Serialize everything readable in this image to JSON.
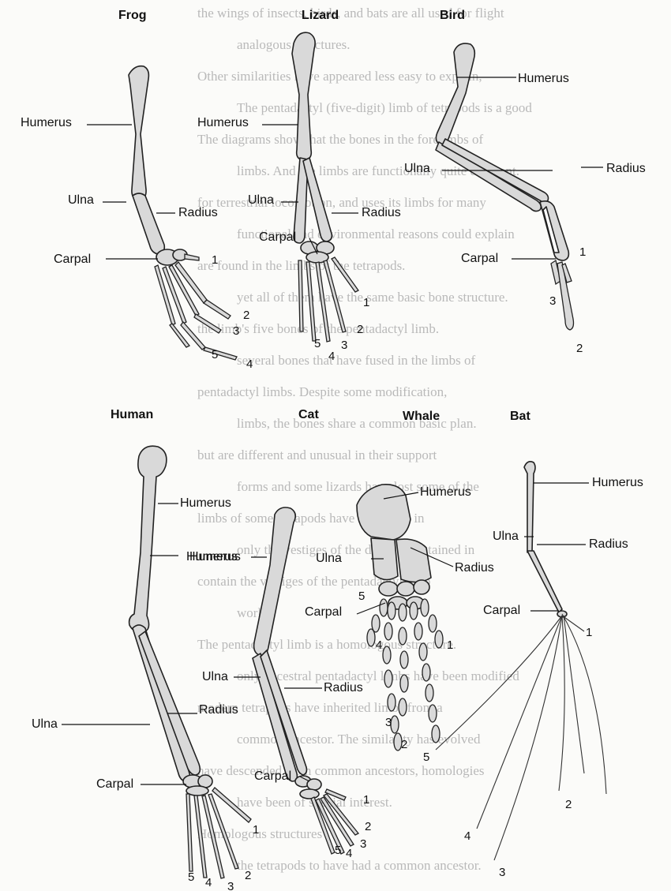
{
  "panels": {
    "frog": {
      "title": "Frog",
      "humerus": "Humerus",
      "ulna": "Ulna",
      "radius": "Radius",
      "carpal": "Carpal",
      "d1": "1",
      "d2": "2",
      "d3": "3",
      "d4": "4",
      "d5": "5"
    },
    "lizard": {
      "title": "Lizard",
      "humerus": "Humerus",
      "ulna": "Ulna",
      "radius": "Radius",
      "carpal": "Carpal",
      "d1": "1",
      "d2": "2",
      "d3": "3",
      "d4": "4",
      "d5": "5"
    },
    "bird": {
      "title": "Bird",
      "humerus": "Humerus",
      "ulna": "Ulna",
      "radius": "Radius",
      "carpal": "Carpal",
      "d1": "1",
      "d2": "2",
      "d3": "3"
    },
    "human": {
      "title": "Human",
      "humerus": "Humerus",
      "ulna": "Ulna",
      "radius": "Radius",
      "carpal": "Carpal",
      "d1": "1",
      "d2": "2",
      "d3": "3",
      "d4": "4",
      "d5": "5"
    },
    "cat": {
      "title": "Cat",
      "humerus": "Humerus",
      "ulna": "Ulna",
      "radius": "Radius",
      "carpal": "Carpal",
      "d1": "1",
      "d2": "2",
      "d3": "3",
      "d4": "4",
      "d5": "5"
    },
    "whale": {
      "title": "Whale",
      "humerus": "Humerus",
      "ulna": "Ulna",
      "radius": "Radius",
      "carpal": "Carpal",
      "d1": "1",
      "d2": "2",
      "d3": "3",
      "d4": "4",
      "d5": "5"
    },
    "bat": {
      "title": "Bat",
      "humerus": "Humerus",
      "ulna": "Ulna",
      "radius": "Radius",
      "carpal": "Carpal",
      "d1": "1",
      "d2": "2",
      "d3": "3",
      "d4": "4",
      "d5": "5"
    }
  },
  "background_text": [
    "the wings of insects, birds, and bats are all used for flight",
    "analogous structures.",
    "Other similarities have appeared less easy to explain,",
    "The pentadactyl (five-digit) limb of tetrapods is a good",
    "The diagrams show that the bones in the forelimbs of",
    "limbs. And the limbs are functionally quite different.",
    "for terrestrial locomotion, and uses its limbs for many",
    "functional and environmental reasons could explain",
    "are found in the limbs of the tetrapods.",
    "yet all of them have the same basic bone structure.",
    "the limb's five bones of the pentadactyl limb.",
    "several bones that have fused in the limbs of",
    "pentadactyl limbs. Despite some modification,",
    "limbs, the bones share a common basic plan.",
    "but are different and unusual in their support",
    "forms and some lizards have lost some of the",
    "limbs of some tetrapods have lost digits in",
    "only the vestiges of the digits are retained in",
    "contain the vestiges of the pentadactyl limb",
    "works.",
    "The pentadactyl limb is a homologous structure.",
    "only ancestral pentadactyl limbs have been modified",
    "modern tetrapods have inherited limbs from a",
    "common ancestor. The similarity has evolved",
    "have descended from common ancestors, homologies",
    "have been of special interest.",
    "Homologous structures",
    "the tetrapods to have had a common ancestor."
  ]
}
